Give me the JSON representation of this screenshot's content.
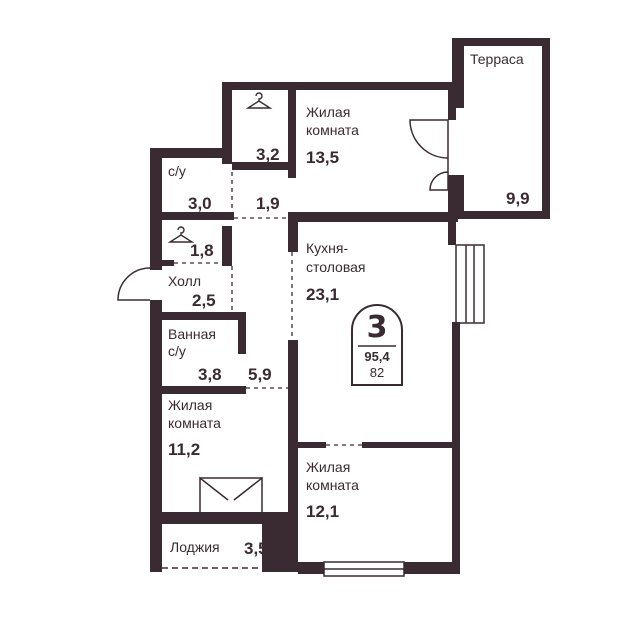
{
  "colors": {
    "wall": "#3a2a32",
    "background": "#ffffff",
    "text": "#3a2a32"
  },
  "rooms": {
    "terrace": {
      "label": "Терраса",
      "area": "9,9"
    },
    "wardrobe_top": {
      "label": "",
      "area": "3,2",
      "icon": "hanger-icon"
    },
    "living_top": {
      "label_line1": "Жилая",
      "label_line2": "комната",
      "area": "13,5"
    },
    "bathroom_small": {
      "label": "с/у",
      "area": "3,0"
    },
    "corridor": {
      "area": "1,9"
    },
    "wardrobe_mid": {
      "area": "1,8",
      "icon": "hanger-icon"
    },
    "kitchen": {
      "label_line1": "Кухня-",
      "label_line2": "столовая",
      "area": "23,1"
    },
    "hall": {
      "label": "Холл",
      "area": "2,5"
    },
    "bathroom": {
      "label_line1": "Ванная",
      "label_line2": "с/у",
      "area": "3,8"
    },
    "corridor_low": {
      "area": "5,9"
    },
    "living_left": {
      "label_line1": "Жилая",
      "label_line2": "комната",
      "area": "11,2"
    },
    "living_right": {
      "label_line1": "Жилая",
      "label_line2": "комната",
      "area": "12,1"
    },
    "loggia": {
      "label": "Лоджия",
      "area": "3,5"
    }
  },
  "badge": {
    "rooms_count": "3",
    "total_area": "95,4",
    "living_area": "82"
  }
}
